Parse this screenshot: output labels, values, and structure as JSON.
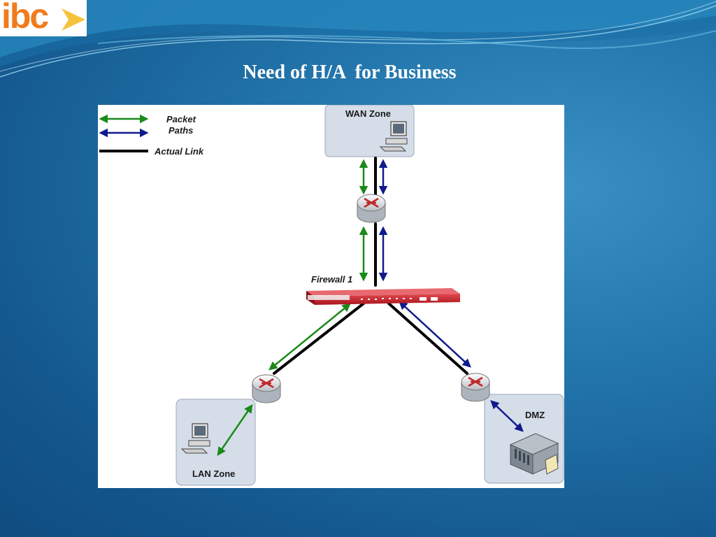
{
  "slide": {
    "title": "Need of H/A  for Business"
  },
  "logo": {
    "text": "ibc",
    "accent_color": "#f07b1e"
  },
  "legend": {
    "packet_paths_label_line1": "Packet",
    "packet_paths_label_line2": "Paths",
    "actual_link_label": "Actual Link",
    "packet_path_colors": [
      "#1a8a1a",
      "#101a8c"
    ],
    "actual_link_color": "#000000"
  },
  "diagram": {
    "wan_zone_label": "WAN Zone",
    "firewall_label": "Firewall 1",
    "lan_zone_label": "LAN Zone",
    "dmz_label": "DMZ",
    "zone_fill_color": "#d5dde9",
    "router_accent_color": "#c0282a",
    "firewall_color": "#c4202a"
  }
}
